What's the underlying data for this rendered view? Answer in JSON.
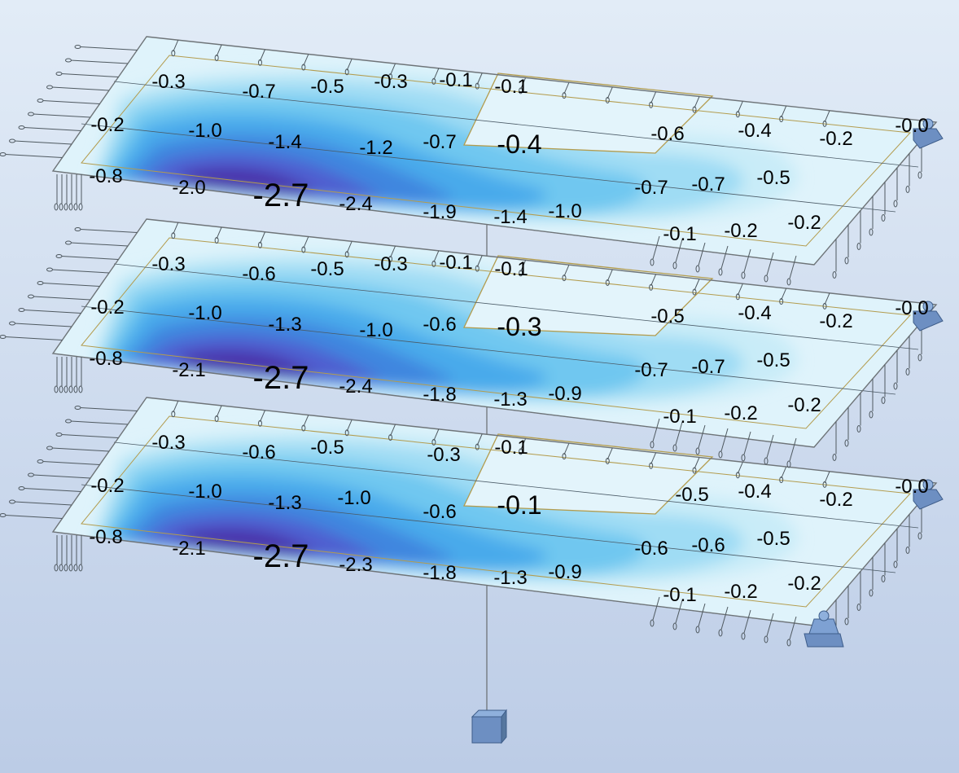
{
  "view": {
    "background_top": "#e2ecf7",
    "background_bottom": "#bccce6",
    "slab_base_color": "#dff3fb",
    "contour_colors": [
      "#c9ecf8",
      "#9fdcf4",
      "#6fc7f0",
      "#49aaeb",
      "#3f86df",
      "#4f5fd0",
      "#4a2fa8"
    ],
    "outline_color": "#6e7478",
    "opening_outline_color": "#b39c4e",
    "support_color": "#6d8fc2"
  },
  "slabs": [
    {
      "id": "top",
      "values": [
        "-0.3",
        "-0.7",
        "-0.5",
        "-0.3",
        "-0.1",
        "-0.1",
        "-0.2",
        "-1.0",
        "-1.4",
        "-1.2",
        "-0.7",
        "-0.4",
        "-0.6",
        "-0.4",
        "-0.2",
        "-0.0",
        "-0.8",
        "-2.0",
        "-2.7",
        "-2.4",
        "-1.9",
        "-1.4",
        "-1.0",
        "-0.7",
        "-0.7",
        "-0.5",
        "-0.1",
        "-0.2",
        "-0.2"
      ]
    },
    {
      "id": "middle",
      "values": [
        "-0.3",
        "-0.6",
        "-0.5",
        "-0.3",
        "-0.1",
        "-0.1",
        "-0.2",
        "-1.0",
        "-1.3",
        "-1.0",
        "-0.6",
        "-0.3",
        "-0.5",
        "-0.4",
        "-0.2",
        "-0.0",
        "-0.8",
        "-2.1",
        "-2.7",
        "-2.4",
        "-1.8",
        "-1.3",
        "-0.9",
        "-0.7",
        "-0.7",
        "-0.5",
        "-0.1",
        "-0.2",
        "-0.2"
      ]
    },
    {
      "id": "bottom",
      "values": [
        "-0.3",
        "-0.6",
        "-0.5",
        "-0.3",
        "-0.1",
        "-0.2",
        "-1.0",
        "-1.3",
        "-1.0",
        "-0.6",
        "-0.1",
        "-0.5",
        "-0.4",
        "-0.2",
        "-0.0",
        "-0.8",
        "-2.1",
        "-2.7",
        "-2.3",
        "-1.8",
        "-1.3",
        "-0.9",
        "-0.6",
        "-0.6",
        "-0.5",
        "-0.1",
        "-0.2",
        "-0.2"
      ]
    }
  ]
}
